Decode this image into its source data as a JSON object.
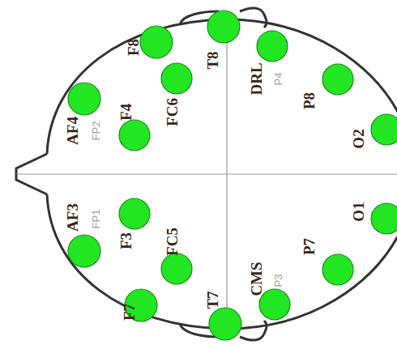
{
  "diagram": {
    "labels": [
      "F8",
      "T8",
      "DRL",
      "P4",
      "P8",
      "O2",
      "AF4",
      "FP2",
      "F4",
      "FC6",
      "AF3",
      "FP1",
      "F3",
      "FC5",
      "O1",
      "P7",
      "CMS",
      "P3",
      "T7",
      "F7"
    ]
  }
}
